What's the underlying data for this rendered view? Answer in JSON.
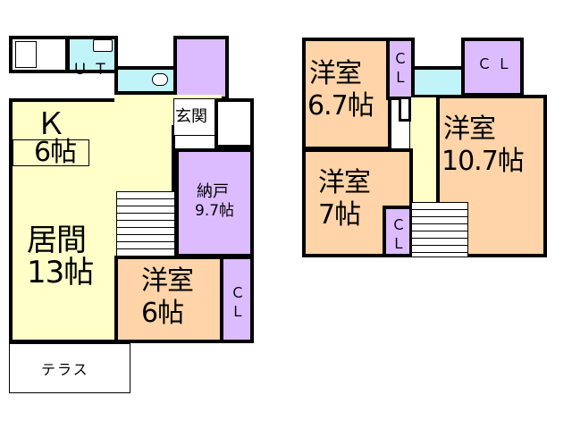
{
  "floor_plan": {
    "type": "floor-plan",
    "colors": {
      "kitchen_living": "#ffffc8",
      "western_room": "#ffd4a8",
      "storage_closet": "#dcbcff",
      "wet_area": "#c0f4f8",
      "wall": "#000000",
      "background": "#ffffff"
    },
    "floor1": {
      "rooms": [
        {
          "id": "ut",
          "label": "ＵＴ"
        },
        {
          "id": "kitchen",
          "label": "Ｋ",
          "size": "6帖"
        },
        {
          "id": "entrance",
          "label": "玄関"
        },
        {
          "id": "storage",
          "label": "納戸",
          "size": "9.7帖"
        },
        {
          "id": "living",
          "label": "居間",
          "size": "13帖"
        },
        {
          "id": "western_6",
          "label": "洋室",
          "size": "6帖"
        },
        {
          "id": "closet_1",
          "label": "Ｃ\nＬ"
        },
        {
          "id": "terrace",
          "label": "テラス"
        }
      ]
    },
    "floor2": {
      "rooms": [
        {
          "id": "western_67",
          "label": "洋室",
          "size": "6.7帖"
        },
        {
          "id": "closet_a",
          "label": "Ｃ\nＬ"
        },
        {
          "id": "closet_b",
          "label": "ＣＬ"
        },
        {
          "id": "western_107",
          "label": "洋室",
          "size": "10.7帖"
        },
        {
          "id": "western_7",
          "label": "洋室",
          "size": "7帖"
        },
        {
          "id": "closet_c",
          "label": "Ｃ\nＬ"
        }
      ]
    }
  }
}
